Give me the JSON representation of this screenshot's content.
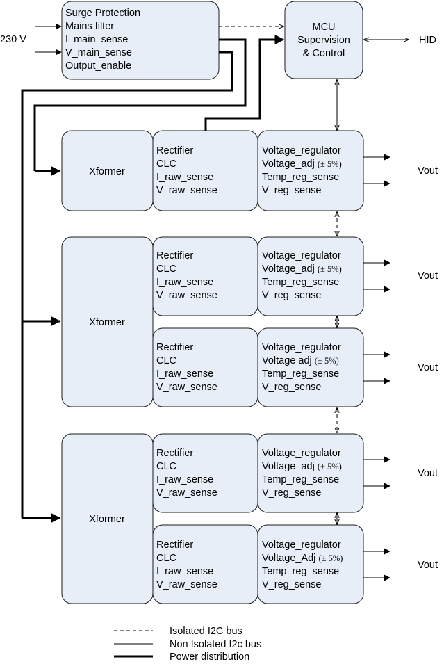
{
  "inputs": {
    "mains": "230 V"
  },
  "surge_box": [
    "Surge Protection",
    "Mains filter",
    "I_main_sense",
    "V_main_sense",
    "Output_enable"
  ],
  "mcu_box": [
    "MCU",
    "Supervision",
    "& Control"
  ],
  "hid_label": "HID",
  "xformer_label": "Xformer",
  "rectifier_lines": [
    "Rectifier",
    "CLC",
    "I_raw_sense",
    "V_raw_sense"
  ],
  "regulator_lines": [
    "Voltage_regulator",
    "Voltage_adj",
    "Temp_reg_sense",
    "V_reg_sense"
  ],
  "regulator_adj_variants": [
    "Voltage_adj",
    "Voltage_adj",
    "Voltage adj",
    "Voltage_adj",
    "Voltage_Adj"
  ],
  "tolerance": "(± 5%)",
  "vout_label": "Vout",
  "legend": [
    {
      "style": "dashed",
      "label": "Isolated I2C bus"
    },
    {
      "style": "thin",
      "label": "Non Isolated I2c bus"
    },
    {
      "style": "thick",
      "label": "Power distribution"
    }
  ]
}
